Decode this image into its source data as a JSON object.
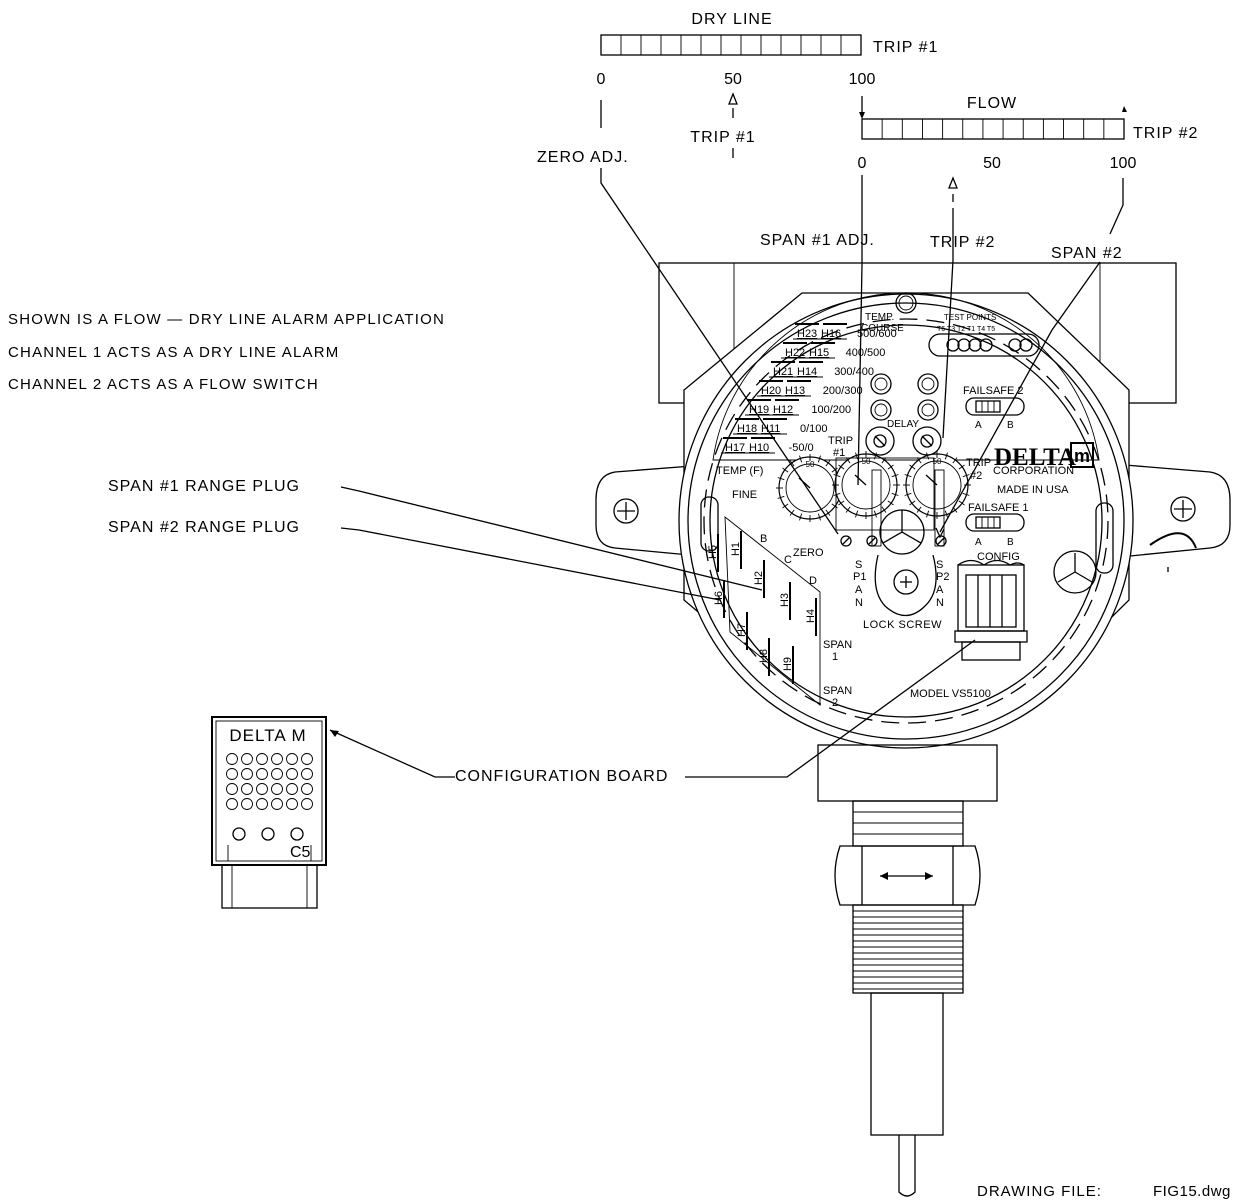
{
  "scales": {
    "dry_line": {
      "title": "DRY LINE",
      "trip_label": "TRIP #1",
      "ticks": [
        "0",
        "50",
        "100"
      ],
      "marker_label": "TRIP #1"
    },
    "flow": {
      "title": "FLOW",
      "trip_label": "TRIP #2",
      "ticks": [
        "0",
        "50",
        "100"
      ]
    }
  },
  "callouts": {
    "zero_adj": "ZERO ADJ.",
    "span1_adj": "SPAN #1 ADJ.",
    "trip2": "TRIP #2",
    "span2": "SPAN #2",
    "span1_range_plug": "SPAN #1 RANGE PLUG",
    "span2_range_plug": "SPAN #2 RANGE PLUG",
    "configuration_board": "CONFIGURATION BOARD"
  },
  "notes": [
    "SHOWN IS A FLOW — DRY LINE ALARM APPLICATION",
    "CHANNEL 1 ACTS AS A DRY LINE ALARM",
    "CHANNEL 2 ACTS AS A FLOW SWITCH"
  ],
  "board": {
    "temp_course": [
      "TEMP.",
      "COURSE"
    ],
    "temp_ranges": [
      "500/600",
      "400/500",
      "300/400",
      "200/300",
      "100/200",
      "0/100",
      "-50/0"
    ],
    "h_left": [
      "H23",
      "H22",
      "H21",
      "H20",
      "H19",
      "H18",
      "H17"
    ],
    "h_right": [
      "H16",
      "H15",
      "H14",
      "H13",
      "H12",
      "H11",
      "H10"
    ],
    "temp_f": "TEMP (F)",
    "fine": "FINE",
    "test_points": "TEST POINTS",
    "test_point_ids": "T6  T3  T2  T1 T4  T5",
    "failsafe2": "FAILSAFE 2",
    "failsafe1": "FAILSAFE 1",
    "ab": [
      "A",
      "B"
    ],
    "delay": "DELAY",
    "trip1": [
      "TRIP",
      "#1"
    ],
    "trip2": [
      "TRIP",
      "#2"
    ],
    "dial_mark": "50",
    "brand": "DELTA",
    "brand_m": "m",
    "corporation": "CORPORATION",
    "made_in": "MADE IN USA",
    "zero": "ZERO",
    "span_vertical_1": [
      "S",
      "P1",
      "A",
      "N"
    ],
    "span_vertical_2": [
      "S",
      "P2",
      "A",
      "N"
    ],
    "lock_screw": "LOCK SCREW",
    "config": "CONFIG",
    "model": "MODEL VS5100",
    "plug_letters": [
      "B",
      "C",
      "D"
    ],
    "plug_h": [
      "H5",
      "H1",
      "H2",
      "H3",
      "H4",
      "H6",
      "H7",
      "H8",
      "H9"
    ],
    "span1": [
      "SPAN",
      "1"
    ],
    "span2": [
      "SPAN",
      "2"
    ]
  },
  "config_module": {
    "brand": "DELTA  M",
    "code": "C5"
  },
  "footer": {
    "drawing_file_label": "DRAWING FILE:",
    "drawing_file": "FIG15.dwg"
  }
}
